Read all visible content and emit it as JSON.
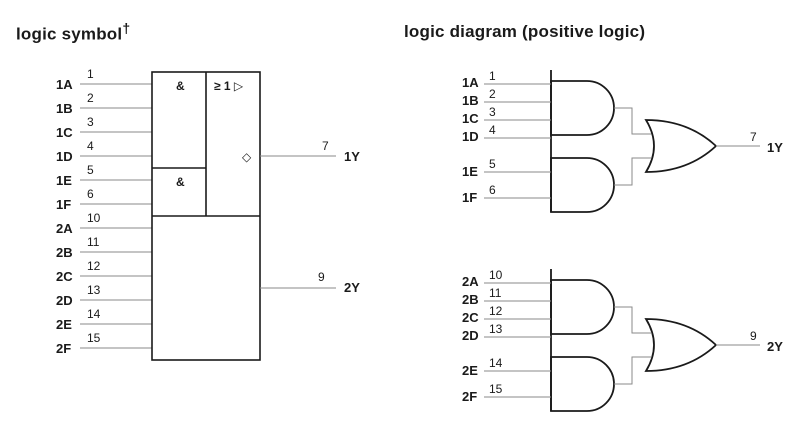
{
  "headings": {
    "symbol": "logic symbol",
    "symbol_mark": "†",
    "diagram": "logic diagram (positive logic)"
  },
  "symbol": {
    "and_label": "&",
    "or_label": "≥ 1 ▷",
    "inv_mark": "◇",
    "inputs": [
      {
        "name": "1A",
        "pin": "1"
      },
      {
        "name": "1B",
        "pin": "2"
      },
      {
        "name": "1C",
        "pin": "3"
      },
      {
        "name": "1D",
        "pin": "4"
      },
      {
        "name": "1E",
        "pin": "5"
      },
      {
        "name": "1F",
        "pin": "6"
      },
      {
        "name": "2A",
        "pin": "10"
      },
      {
        "name": "2B",
        "pin": "11"
      },
      {
        "name": "2C",
        "pin": "12"
      },
      {
        "name": "2D",
        "pin": "13"
      },
      {
        "name": "2E",
        "pin": "14"
      },
      {
        "name": "2F",
        "pin": "15"
      }
    ],
    "outputs": [
      {
        "name": "1Y",
        "pin": "7"
      },
      {
        "name": "2Y",
        "pin": "9"
      }
    ]
  },
  "diagram": {
    "sections": [
      {
        "inputs4": [
          {
            "name": "1A",
            "pin": "1"
          },
          {
            "name": "1B",
            "pin": "2"
          },
          {
            "name": "1C",
            "pin": "3"
          },
          {
            "name": "1D",
            "pin": "4"
          }
        ],
        "inputs2": [
          {
            "name": "1E",
            "pin": "5"
          },
          {
            "name": "1F",
            "pin": "6"
          }
        ],
        "output": {
          "name": "1Y",
          "pin": "7"
        }
      },
      {
        "inputs4": [
          {
            "name": "2A",
            "pin": "10"
          },
          {
            "name": "2B",
            "pin": "11"
          },
          {
            "name": "2C",
            "pin": "12"
          },
          {
            "name": "2D",
            "pin": "13"
          }
        ],
        "inputs2": [
          {
            "name": "2E",
            "pin": "14"
          },
          {
            "name": "2F",
            "pin": "15"
          }
        ],
        "output": {
          "name": "2Y",
          "pin": "9"
        }
      }
    ]
  }
}
